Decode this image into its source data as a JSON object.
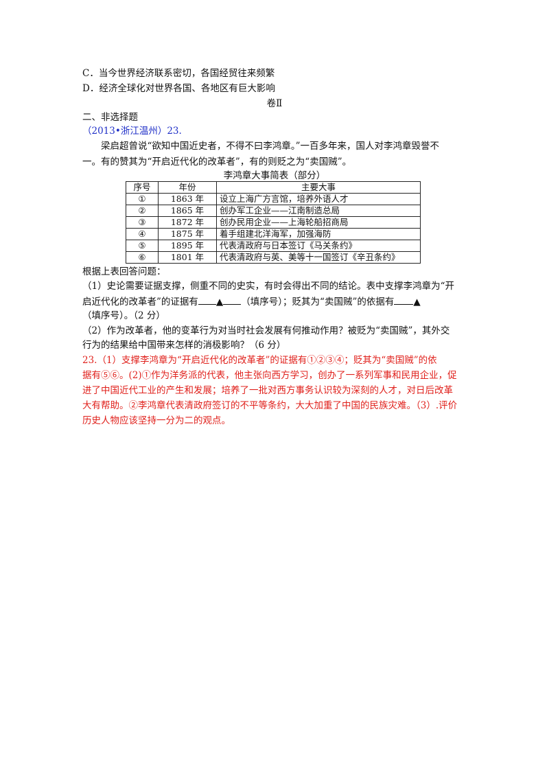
{
  "options": {
    "c": "C．当今世界经济联系密切，各国经贸往来频繁",
    "d": "D．经济全球化对世界各国、各地区有巨大影响"
  },
  "section_title": "卷Ⅱ",
  "part_heading": "二、非选择题",
  "question": {
    "source": "（2013•浙江温州）23.",
    "intro_line1": "梁启超曾说“欲知中国近史者，不得不曰李鸿章。”一百多年来，国人对李鸿章毁誉不",
    "intro_line2": "一。有的赞其为“开启近代化的改革者”，有的则贬之为“卖国贼”。"
  },
  "table": {
    "caption": "李鸿章大事简表（部分）",
    "headers": [
      "序号",
      "年份",
      "主要大事"
    ],
    "rows": [
      [
        "①",
        "1863 年",
        "设立上海广方言馆，培养外语人才"
      ],
      [
        "②",
        "1865 年",
        "创办军工企业——江南制造总局"
      ],
      [
        "③",
        "1872 年",
        "创办民用企业——上海轮船招商局"
      ],
      [
        "④",
        "1875 年",
        "着手组建北洋海军，加强海防"
      ],
      [
        "⑤",
        "1895 年",
        "代表清政府与日本签订《马关条约》"
      ],
      [
        "⑥",
        "1801 年",
        "代表清政府与英、美等十一国签订《辛丑条约》"
      ]
    ]
  },
  "prompt": "根据上表回答问题：",
  "q1": {
    "line1": "（1）史论需要证据支撑，侧重不同的史实，有时会得出不同的结论。表中支撑李鸿章为“开",
    "line2a": "启近代化的改革者”的证据有",
    "blank_mark": "▲",
    "line2b": "（填序号）；贬其为“卖国贼”的依据有",
    "line3": "（填序号）。（2 分）"
  },
  "q2": {
    "line1": "（2）作为改革者，他的变革行为对当时社会发展有何推动作用？被贬为“卖国贼”，其外交",
    "line2": "行为的结果给中国带来怎样的消极影响？（6 分）"
  },
  "answer": {
    "line1": "23.（1）支撑李鸿章为“开启近代化的改革者”的证据有①②③④；贬其为“卖国贼”的依",
    "line2": "据有⑤⑥。(2)①作为洋务派的代表，他主张向西方学习，创办了一系列军事和民用企业，促",
    "line3": "进了中国近代工业的产生和发展；培养了一批对西方事务认识较为深刻的人才，对日后改革",
    "line4": "大有帮助。②李鸿章代表清政府签订的不平等条约，大大加重了中国的民族灾难。（3）.评价",
    "line5": "历史人物应该坚持一分为二的观点。"
  },
  "colors": {
    "source_blue": "#1f2fc7",
    "answer_red": "#e0201b"
  }
}
